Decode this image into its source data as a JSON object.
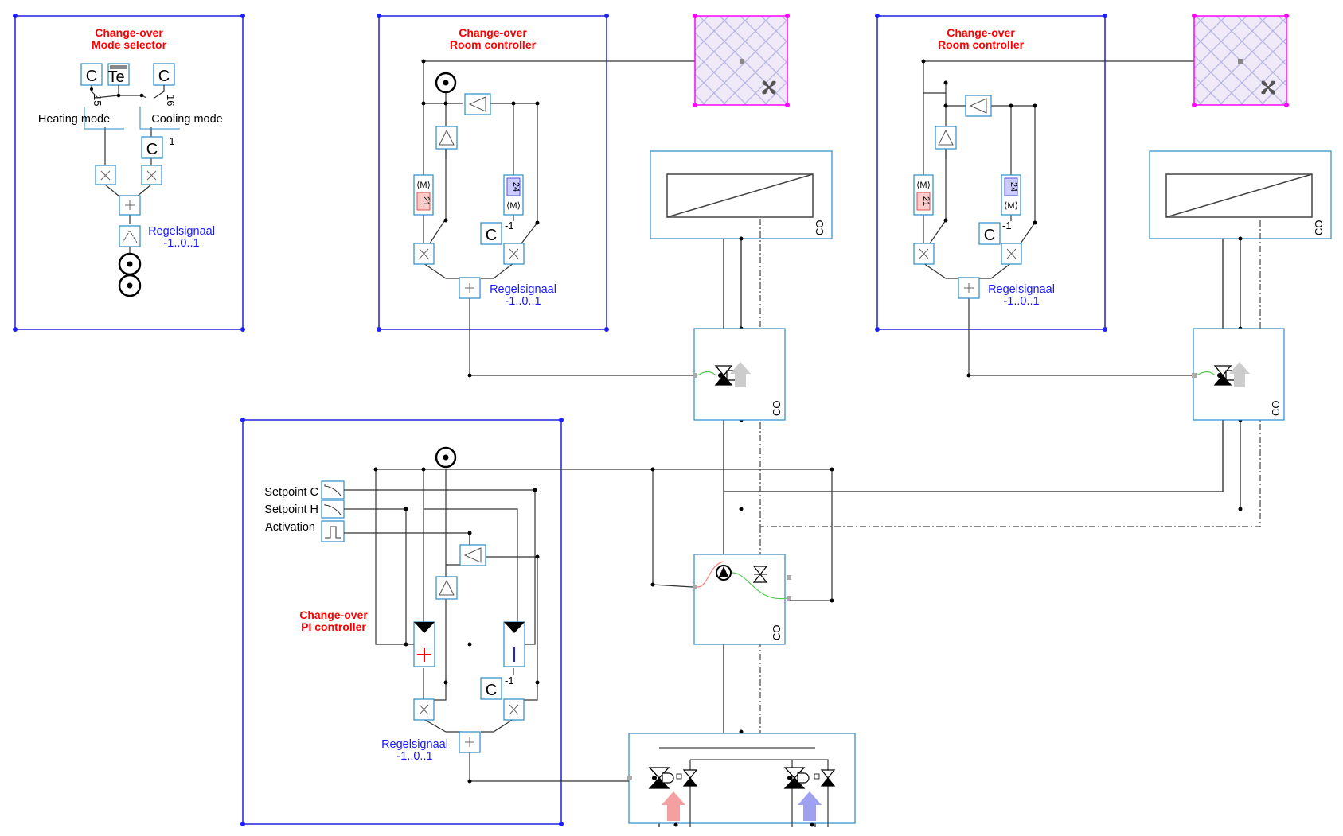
{
  "colors": {
    "panel_border": "#2020dd",
    "panel_corner": "#2020ff",
    "component_border": "#2a8cc8",
    "title_red": "#ff0000",
    "annotation_blue": "#1a1aff",
    "fan_tile_border": "#ff00ff",
    "hot_arrow": "#f4a0a0",
    "cold_arrow": "#a0a0f0"
  },
  "mode_selector": {
    "title_line1": "Change-over",
    "title_line2": "Mode selector",
    "heating_label": "Heating mode",
    "cooling_label": "Cooling mode",
    "const_symbol": "C",
    "const_heat_value": "15",
    "const_cool_value": "16",
    "gain_value": "-1",
    "outdoor_temp_symbol": "Te",
    "signal_line1": "Regelsignaal",
    "signal_line2": "-1..0..1"
  },
  "room_controller_1": {
    "title_line1": "Change-over",
    "title_line2": "Room controller",
    "heat_setpoint": "21",
    "cool_setpoint": "24",
    "const_symbol": "C",
    "gain_value": "-1",
    "signal_line1": "Regelsignaal",
    "signal_line2": "-1..0..1"
  },
  "room_controller_2": {
    "title_line1": "Change-over",
    "title_line2": "Room controller",
    "heat_setpoint": "21",
    "cool_setpoint": "24",
    "const_symbol": "C",
    "gain_value": "-1",
    "signal_line1": "Regelsignaal",
    "signal_line2": "-1..0..1"
  },
  "pi_controller": {
    "title_line1": "Change-over",
    "title_line2": "PI controller",
    "setpoint_c_label": "Setpoint C",
    "setpoint_h_label": "Setpoint H",
    "activation_label": "Activation",
    "const_symbol": "C",
    "gain_value": "-1",
    "signal_line1": "Regelsignaal",
    "signal_line2": "-1..0..1"
  },
  "components": {
    "tag": "CO",
    "icons": [
      "fan-icon",
      "heat-exchanger-icon",
      "control-valve-icon",
      "pump-icon",
      "three-way-valve-icon",
      "check-valve-icon",
      "up-arrow-icon",
      "sensor-node-icon",
      "constant-block-icon",
      "gain-block-icon",
      "product-block-icon",
      "sum-block-icon",
      "schedule-block-icon"
    ]
  }
}
